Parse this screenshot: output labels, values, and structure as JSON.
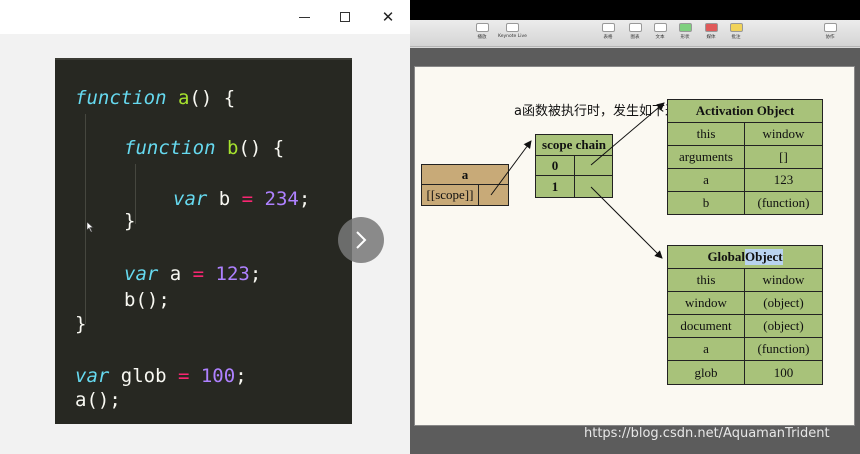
{
  "left_window": {
    "controls": {
      "minimize": "",
      "maximize": "",
      "close": "✕"
    }
  },
  "code": {
    "l1": {
      "kw": "function",
      "name": "a",
      "rest": "() {"
    },
    "l2": {
      "kw": "function",
      "name": "b",
      "rest": "() {"
    },
    "l3": {
      "kw": "var",
      "id": " b ",
      "op": "=",
      "num": " 234",
      "end": ";"
    },
    "l4": "}",
    "l5": {
      "kw": "var",
      "id": " a ",
      "op": "=",
      "num": " 123",
      "end": ";"
    },
    "l6": "b();",
    "l7": "}",
    "l8": {
      "kw": "var",
      "id": " glob ",
      "op": "=",
      "num": " 100",
      "end": ";"
    },
    "l9": "a();"
  },
  "toolbar": {
    "play": "播放",
    "keynote_live": "Keynote Live",
    "table": "表格",
    "chart": "图表",
    "text": "文本",
    "shape": "形状",
    "media": "媒体",
    "comment": "批注",
    "collaborate": "协作"
  },
  "slide": {
    "caption": "a函数被执行时，发生如下过程",
    "func_box": {
      "title": "a",
      "scope": "[[scope]]"
    },
    "scope_chain": {
      "title": "scope chain",
      "rows": [
        "0",
        "1"
      ]
    },
    "activation_object": {
      "title": "Activation Object",
      "rows": [
        {
          "key": "this",
          "value": "window"
        },
        {
          "key": "arguments",
          "value": "[]"
        },
        {
          "key": "a",
          "value": "123"
        },
        {
          "key": "b",
          "value": "(function)"
        }
      ]
    },
    "global_object": {
      "title_part1": "Global ",
      "title_part2": "Object",
      "rows": [
        {
          "key": "this",
          "value": "window"
        },
        {
          "key": "window",
          "value": "(object)"
        },
        {
          "key": "document",
          "value": "(object)"
        },
        {
          "key": "a",
          "value": "(function)"
        },
        {
          "key": "glob",
          "value": "100"
        }
      ]
    }
  },
  "watermark": "https://blog.csdn.net/AquamanTrident"
}
